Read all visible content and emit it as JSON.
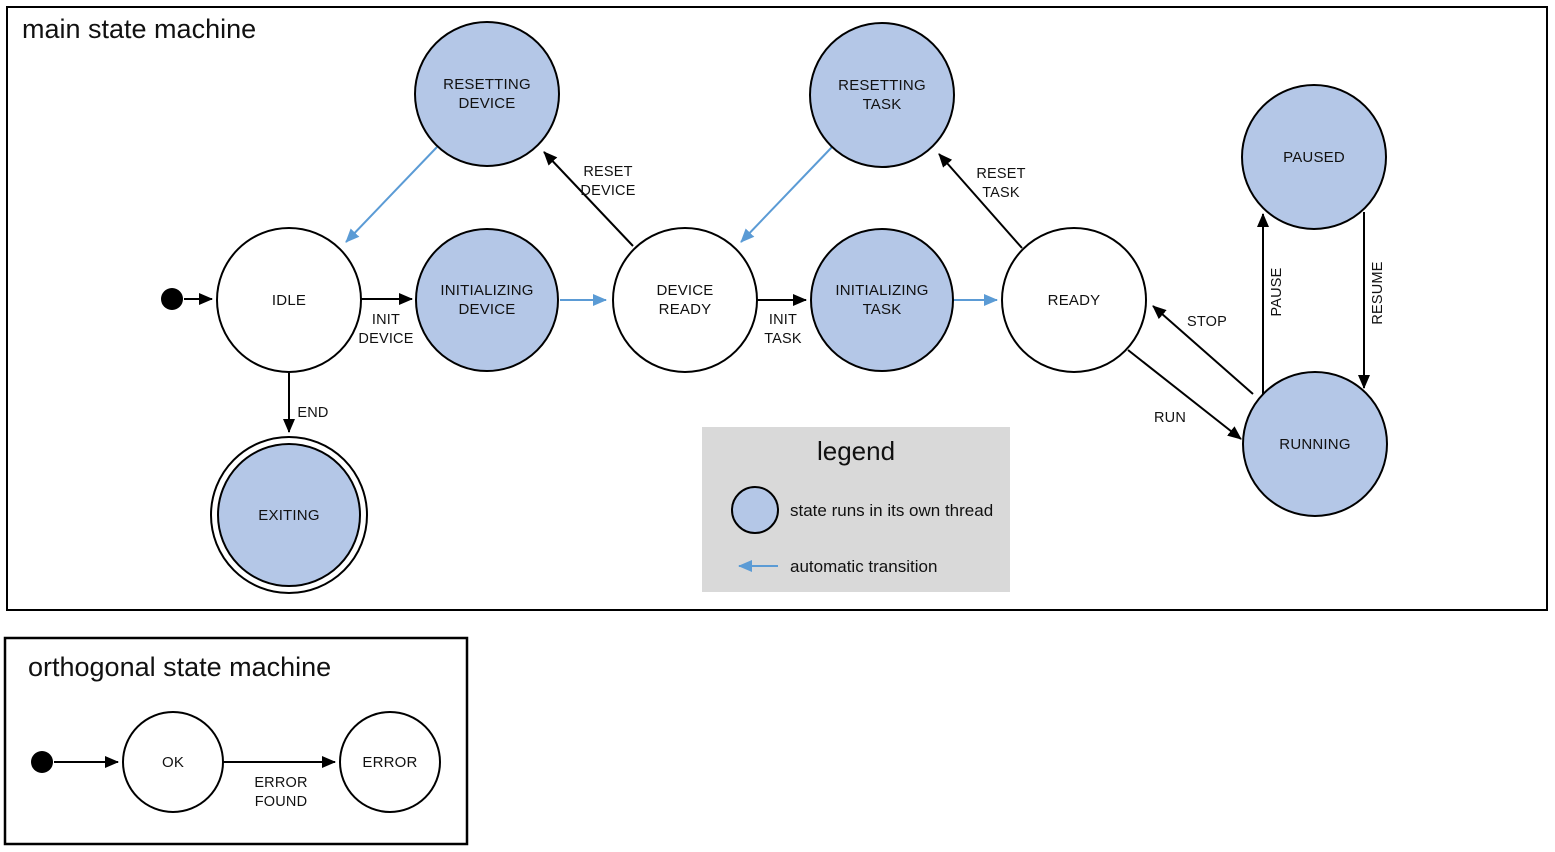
{
  "colors": {
    "thread_fill": "#b4c7e7",
    "auto_arrow": "#5b9bd5",
    "legend_bg": "#d9d9d9",
    "line": "#000000"
  },
  "main": {
    "title": "main state machine",
    "states": {
      "idle": {
        "label": "IDLE",
        "threaded": false
      },
      "initializing_device": {
        "line1": "INITIALIZING",
        "line2": "DEVICE",
        "threaded": true
      },
      "device_ready": {
        "line1": "DEVICE",
        "line2": "READY",
        "threaded": false
      },
      "initializing_task": {
        "line1": "INITIALIZING",
        "line2": "TASK",
        "threaded": true
      },
      "ready": {
        "label": "READY",
        "threaded": false
      },
      "resetting_device": {
        "line1": "RESETTING",
        "line2": "DEVICE",
        "threaded": true
      },
      "resetting_task": {
        "line1": "RESETTING",
        "line2": "TASK",
        "threaded": true
      },
      "paused": {
        "label": "PAUSED",
        "threaded": true
      },
      "running": {
        "label": "RUNNING",
        "threaded": true
      },
      "exiting": {
        "label": "EXITING",
        "threaded": true,
        "final_state": true
      }
    },
    "transitions": {
      "init_device": {
        "line1": "INIT",
        "line2": "DEVICE"
      },
      "reset_device": {
        "line1": "RESET",
        "line2": "DEVICE"
      },
      "init_task": {
        "line1": "INIT",
        "line2": "TASK"
      },
      "reset_task": {
        "line1": "RESET",
        "line2": "TASK"
      },
      "stop": {
        "label": "STOP"
      },
      "run": {
        "label": "RUN"
      },
      "pause": {
        "label": "PAUSE"
      },
      "resume": {
        "label": "RESUME"
      },
      "end": {
        "label": "END"
      }
    }
  },
  "legend": {
    "title": "legend",
    "thread_label": "state runs in its own thread",
    "auto_label": "automatic transition"
  },
  "orthogonal": {
    "title": "orthogonal state machine",
    "states": {
      "ok": {
        "label": "OK"
      },
      "error": {
        "label": "ERROR"
      }
    },
    "transitions": {
      "error_found": {
        "line1": "ERROR",
        "line2": "FOUND"
      }
    }
  }
}
